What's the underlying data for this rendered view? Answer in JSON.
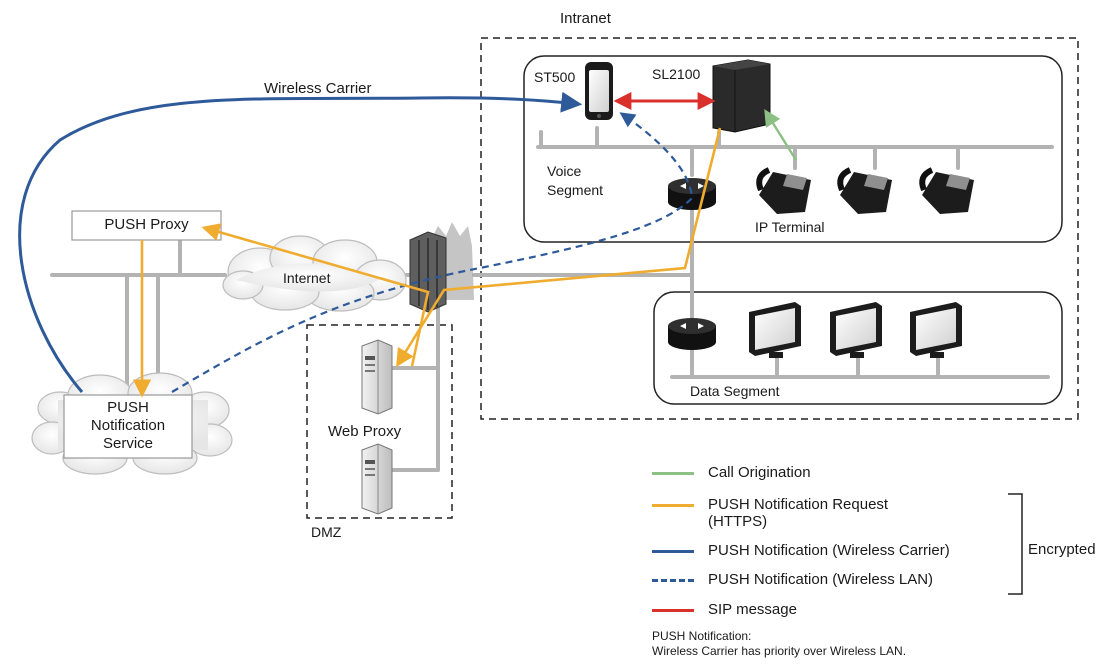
{
  "labels": {
    "intranet": "Intranet",
    "wireless_carrier": "Wireless Carrier",
    "st500": "ST500",
    "sl2100": "SL2100",
    "voice_segment": "Voice\nSegment",
    "ip_terminal": "IP Terminal",
    "push_proxy": "PUSH Proxy",
    "internet": "Internet",
    "data_segment": "Data Segment",
    "push_service": "PUSH\nNotification\nService",
    "web_proxy": "Web Proxy",
    "dmz": "DMZ"
  },
  "legend": {
    "items": [
      {
        "text": "Call Origination",
        "color": "#8cc084",
        "style": "solid"
      },
      {
        "text": "PUSH Notification Request\n(HTTPS)",
        "color": "#f0ac2f",
        "style": "solid"
      },
      {
        "text": "PUSH Notification (Wireless Carrier)",
        "color": "#2e5a9a",
        "style": "solid"
      },
      {
        "text": "PUSH Notification (Wireless LAN)",
        "color": "#2e5a9a",
        "style": "dashed"
      },
      {
        "text": "SIP message",
        "color": "#d9302c",
        "style": "solid"
      }
    ],
    "bracket_label": "Encrypted"
  },
  "note": {
    "title": "PUSH Notification:",
    "text": "Wireless Carrier has priority over Wireless LAN."
  },
  "colors": {
    "call_origination": "#8cc084",
    "push_request": "#f0ac2f",
    "wireless_carrier": "#2e5a9a",
    "sip": "#d9302c",
    "network": "#b3b3b3"
  }
}
